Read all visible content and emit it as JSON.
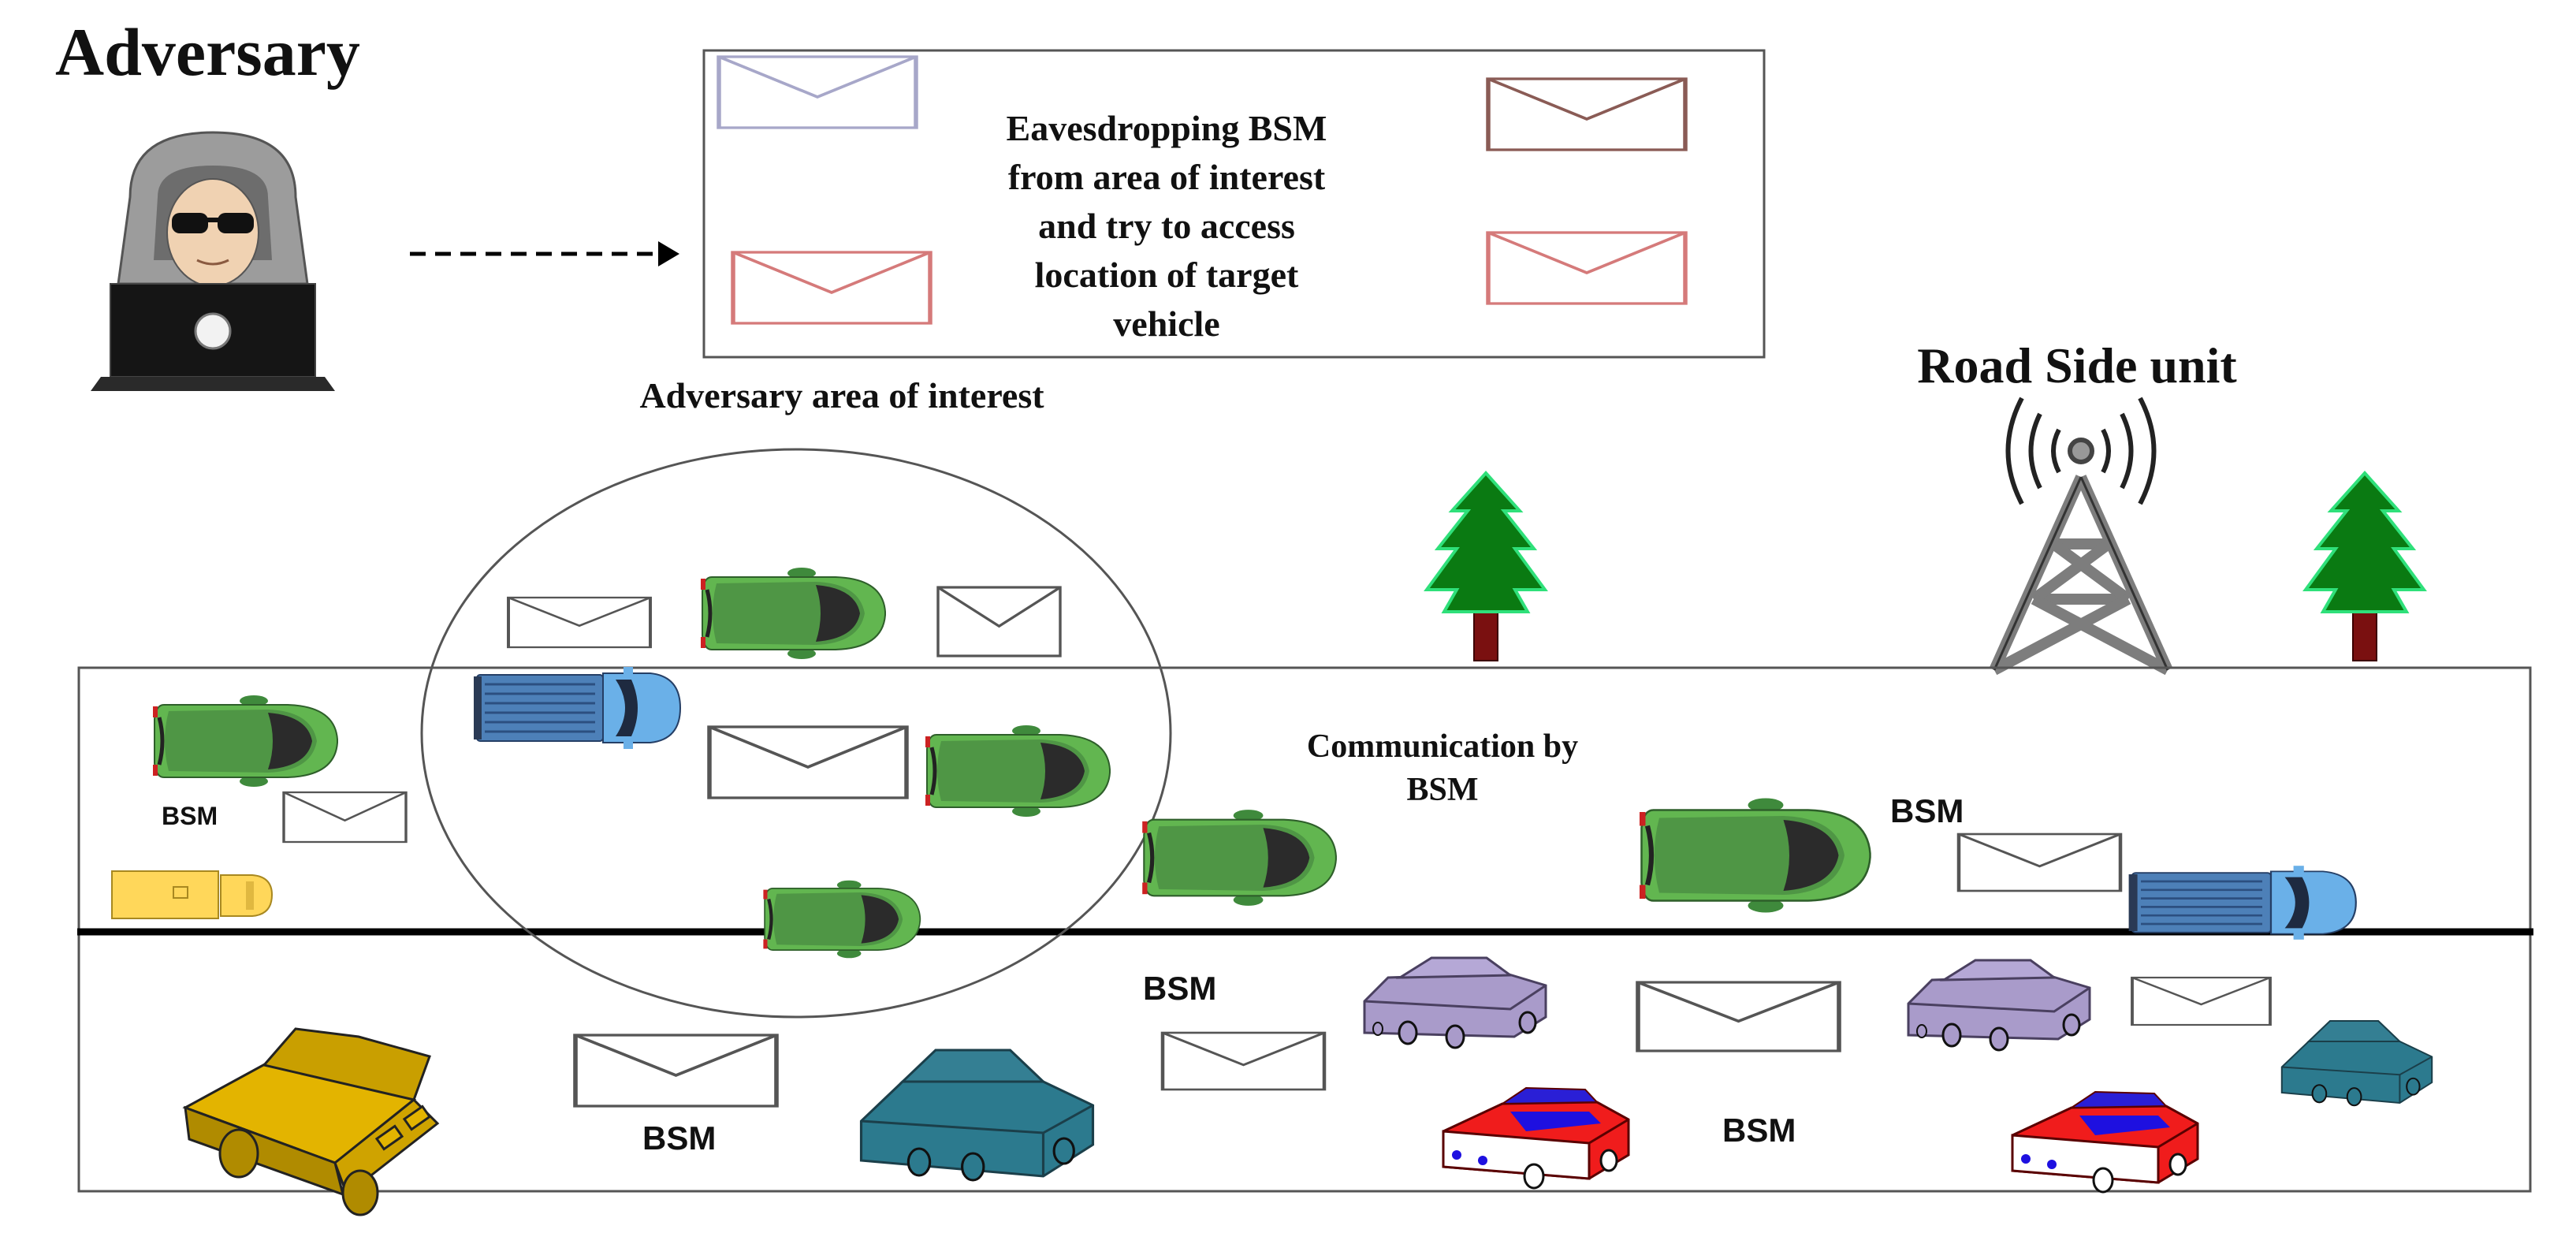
{
  "labels": {
    "adversary": "Adversary",
    "road_side_unit": "Road Side unit",
    "area_of_interest": "Adversary area of interest",
    "info_box_lines": [
      "Eavesdropping BSM",
      "from area of interest",
      "and try to access",
      "location of target",
      "vehicle"
    ],
    "communication_lines": [
      "Communication by",
      "BSM"
    ],
    "bsm": "BSM"
  },
  "icons": {
    "adversary": "hooded-hacker-laptop-icon",
    "tower": "rsu-antenna-tower-icon",
    "tree": "pine-tree-icon",
    "message": "envelope-icon",
    "car": "car-top-view-icon",
    "truck": "pickup-truck-top-view-icon"
  },
  "colors": {
    "car_green": "#4e9a45",
    "car_green_light": "#6fc15a",
    "truck_blue": "#5a8fc8",
    "tree_green": "#0a7a12",
    "tree_trunk": "#7a1010",
    "tower_gray": "#7d7d7d",
    "gold_car": "#c9a000",
    "teal_car": "#2f7f95",
    "lavender_car": "#a89bc9",
    "red_car": "#ef1c1c",
    "yellow_truck": "#ffd75a"
  }
}
